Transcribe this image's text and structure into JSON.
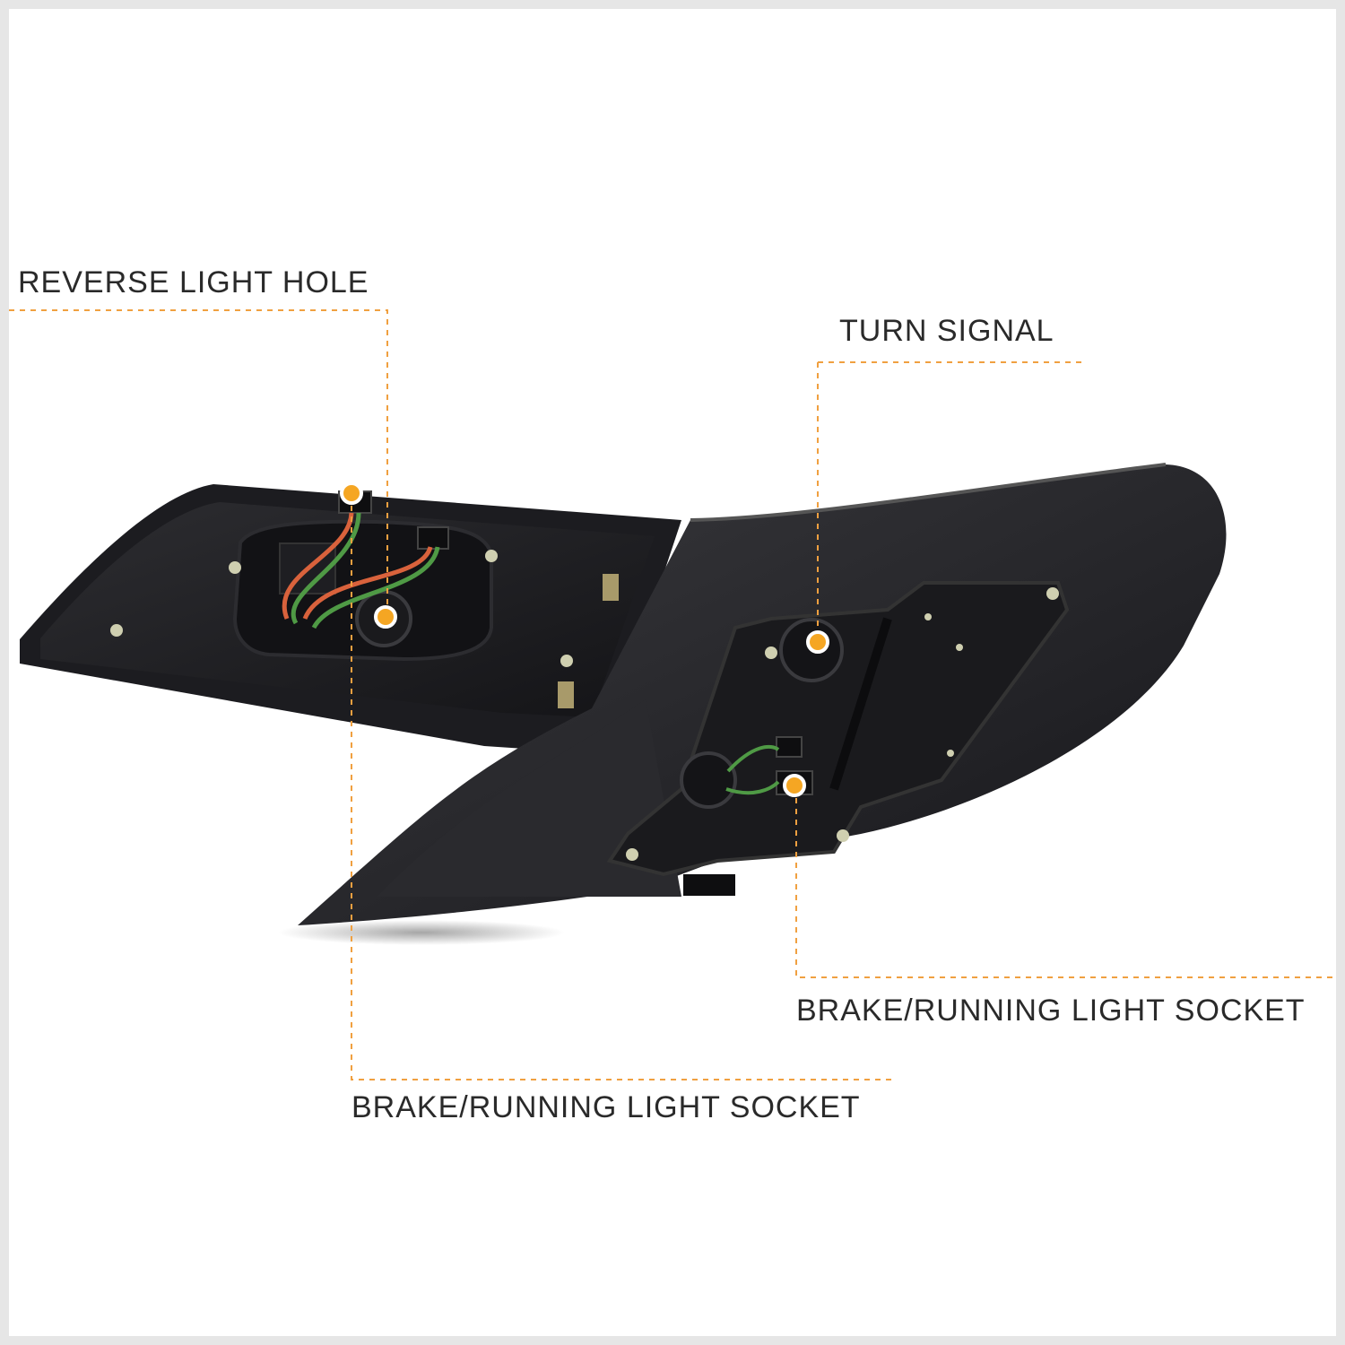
{
  "callouts": {
    "reverse_light_hole": "REVERSE LIGHT HOLE",
    "turn_signal": "TURN SIGNAL",
    "brake_running_right": "BRAKE/RUNNING LIGHT SOCKET",
    "brake_running_bottom": "BRAKE/RUNNING LIGHT SOCKET"
  },
  "colors": {
    "leader_line": "#f0a040",
    "marker_fill": "#f5a623",
    "housing": "#232326",
    "frame_border": "#e6e6e6",
    "wire_red": "#d9623c",
    "wire_green": "#4f9a45"
  }
}
